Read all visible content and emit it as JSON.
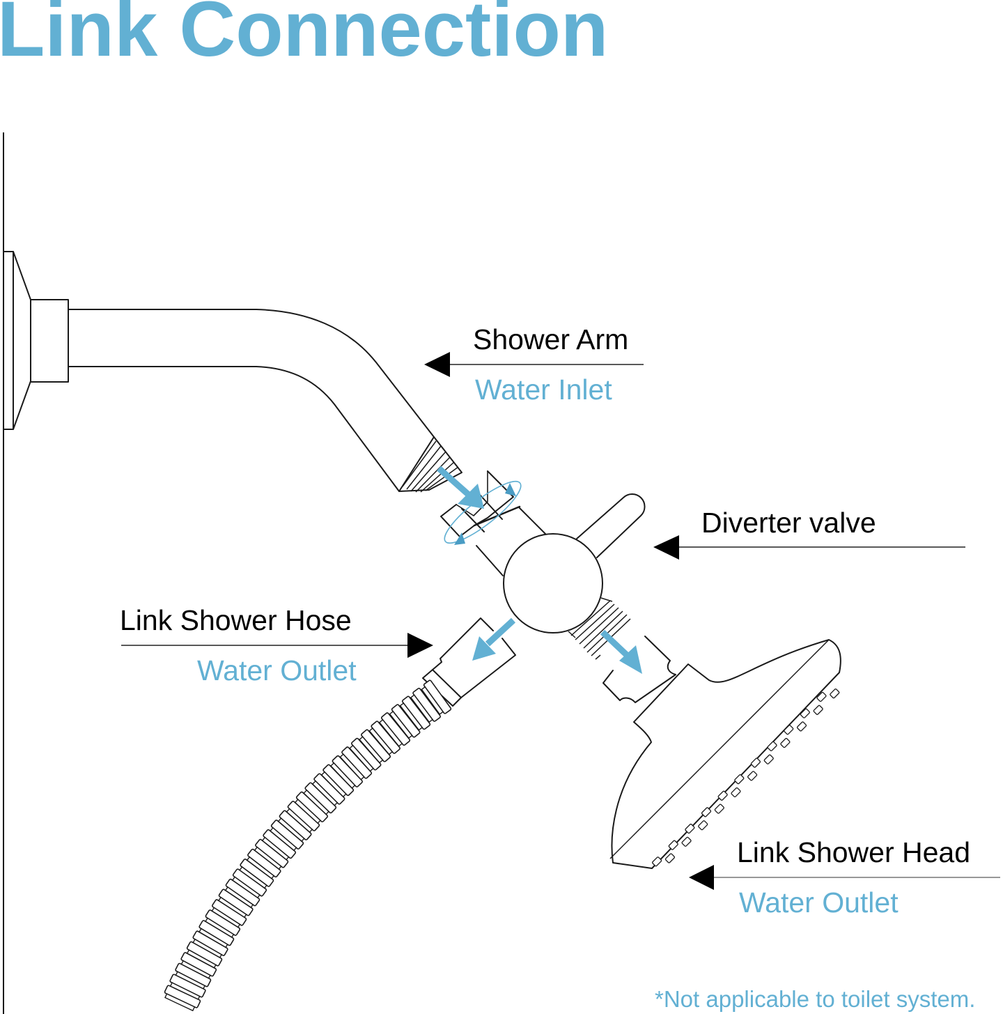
{
  "title": "Link Connection",
  "accent_color": "#62b0d3",
  "callouts": {
    "shower_arm": {
      "label": "Shower Arm",
      "sublabel": "Water Inlet"
    },
    "diverter_valve": {
      "label": "Diverter valve"
    },
    "shower_hose": {
      "label": "Link Shower Hose",
      "sublabel": "Water Outlet"
    },
    "shower_head": {
      "label": "Link Shower Head",
      "sublabel": "Water Outlet"
    }
  },
  "footnote": "*Not applicable to toilet system.",
  "icons": {
    "flow_arrows": [
      "water-flow-inlet-arrow",
      "water-flow-hose-arrow",
      "water-flow-head-arrow"
    ],
    "rotate": "rotate-tighten-icon",
    "pointers": [
      "pointer-left-icon",
      "pointer-right-icon"
    ]
  }
}
